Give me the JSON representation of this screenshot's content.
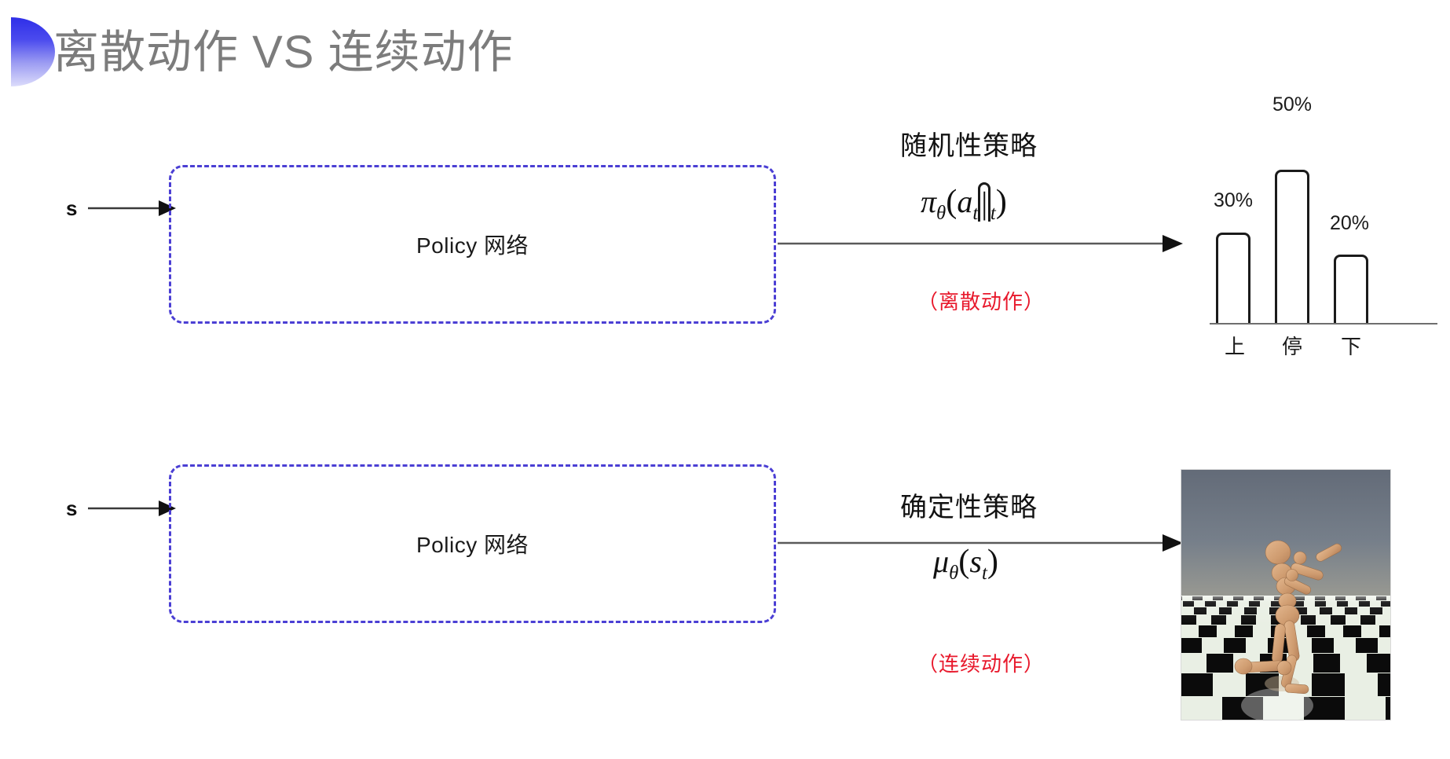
{
  "slide": {
    "title": "离散动作 VS 连续动作",
    "bullet_icon": "half-circle-decoration",
    "accent_color": "#3333ee",
    "title_color": "#7c7c7c",
    "box_border_color": "#4b3fd4",
    "highlight_color": "#e8192c"
  },
  "rows": [
    {
      "input_label": "s",
      "box_label": "Policy 网络",
      "policy_kind": "随机性策略",
      "formula": {
        "head": "π",
        "head_sub": "θ",
        "open": "(",
        "arg1": "a",
        "arg1_sub": "t",
        "separator": "|",
        "arg2": "s",
        "arg2_sub": "t",
        "close": ")"
      },
      "action_type": "（离散动作）",
      "output_kind": "bar-chart"
    },
    {
      "input_label": "s",
      "box_label": "Policy 网络",
      "policy_kind": "确定性策略",
      "formula": {
        "head": "μ",
        "head_sub": "θ",
        "open": "(",
        "arg1": "s",
        "arg1_sub": "t",
        "separator": "",
        "arg2": "",
        "arg2_sub": "",
        "close": ")"
      },
      "action_type": "（连续动作）",
      "output_kind": "humanoid-simulation-image"
    }
  ],
  "chart_data": {
    "type": "bar",
    "title": "",
    "xlabel": "",
    "ylabel": "",
    "categories": [
      "上",
      "停",
      "下"
    ],
    "values": [
      30,
      50,
      20
    ],
    "value_labels": [
      "30%",
      "50%",
      "20%"
    ],
    "ylim": [
      0,
      60
    ],
    "grid": false,
    "legend": null
  },
  "simulation": {
    "caption": "",
    "sky_color": "#6b7280",
    "floor_light": "#e9efe4",
    "floor_dark": "#0b0b0b",
    "body_color": "#d7a57a"
  }
}
